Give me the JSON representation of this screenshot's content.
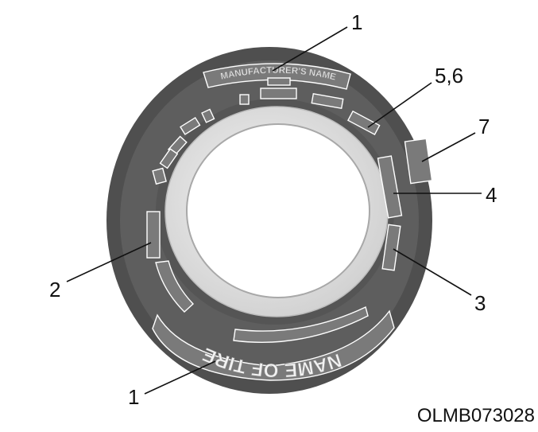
{
  "tire": {
    "manufacturer_text": "MANUFACTURER'S NAME",
    "tire_name_text": "NAME OF TIRE"
  },
  "callouts": {
    "manufacturer_name": "1",
    "tire_name": "1",
    "size_load_speed": "5,6",
    "dot_code": "7",
    "ply_composition": "4",
    "max_inflation": "3",
    "tire_size": "2"
  },
  "figure_code": "OLMB073028",
  "colors": {
    "tire": "#5b5b5b",
    "rim": "#dcdcdc",
    "marking": "#7a7a7a",
    "background": "#ffffff"
  }
}
